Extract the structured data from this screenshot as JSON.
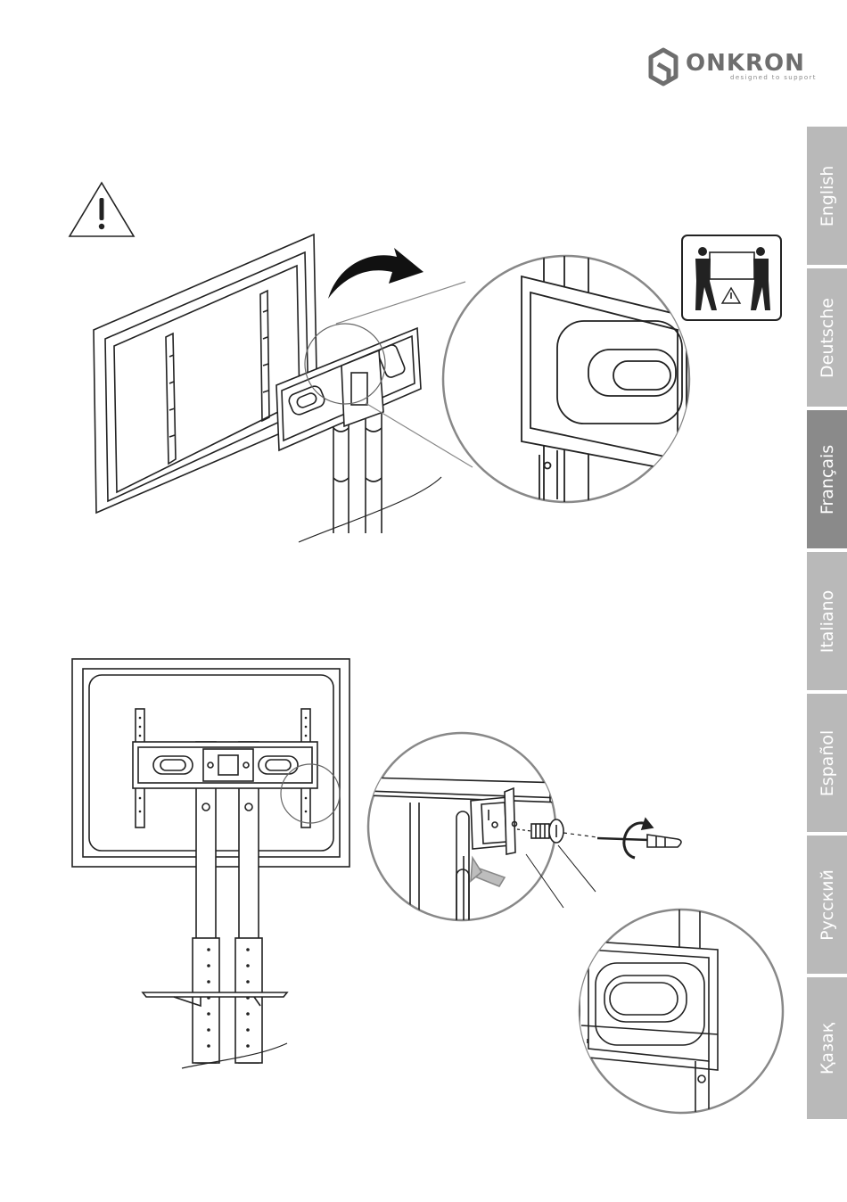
{
  "brand": {
    "name": "ONKRON",
    "tagline": "designed to support",
    "color": "#6e6e6e"
  },
  "language_tabs": [
    {
      "label": "English",
      "active": false
    },
    {
      "label": "Deutsche",
      "active": false
    },
    {
      "label": "Français",
      "active": true
    },
    {
      "label": "Italiano",
      "active": false
    },
    {
      "label": "Español",
      "active": false
    },
    {
      "label": "Русский",
      "active": false
    },
    {
      "label": "Қазақ",
      "active": false
    }
  ],
  "colors": {
    "tab_inactive": "#b9b9b9",
    "tab_active": "#8a8a8a",
    "line": "#222222",
    "zoom_connector": "#777777"
  },
  "icons": [
    "warning-icon",
    "two-person-lift-icon",
    "rotation-arrow-icon",
    "screwdriver-icon"
  ]
}
